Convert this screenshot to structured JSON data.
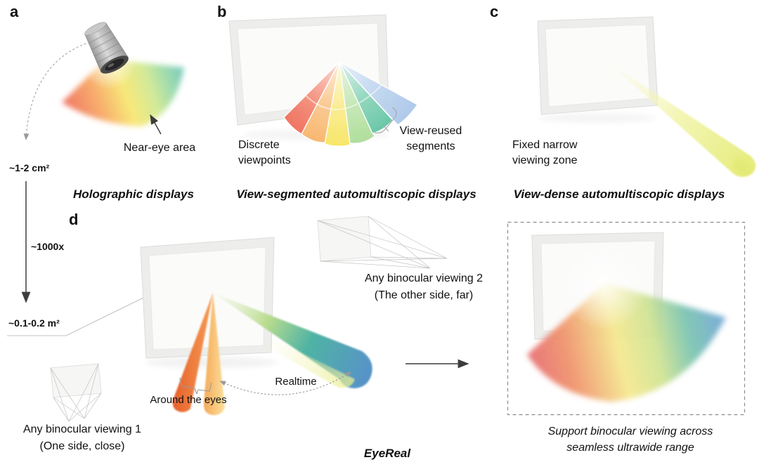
{
  "figure": {
    "panel_a": {
      "label": "a",
      "near_eye_label": "Near-eye area",
      "area_label": "~1-2 cm²",
      "caption": "Holographic displays"
    },
    "panel_b": {
      "label": "b",
      "discrete_line1": "Discrete",
      "discrete_line2": "viewpoints",
      "reused_line1": "View-reused",
      "reused_line2": "segments",
      "caption": "View-segmented automultiscopic displays"
    },
    "panel_c": {
      "label": "c",
      "zone_line1": "Fixed narrow",
      "zone_line2": "viewing zone",
      "caption": "View-dense automultiscopic displays"
    },
    "panel_d": {
      "label": "d",
      "scale_label": "~1000x",
      "area_label": "~0.1-0.2 m²",
      "viewing1_line1": "Any binocular viewing 1",
      "viewing1_line2": "(One side, close)",
      "viewing2_line1": "Any binocular viewing 2",
      "viewing2_line2": "(The other side, far)",
      "around_eyes_label": "Around the eyes",
      "realtime_label": "Realtime",
      "caption": "EyeReal",
      "result_line1": "Support binocular viewing across",
      "result_line2": "seamless ultrawide range"
    },
    "colors": {
      "fan_red": "#ee6450",
      "fan_orange": "#f8b062",
      "fan_yellow": "#f7e45c",
      "fan_green": "#a8db92",
      "fan_teal": "#55c09b",
      "fan_blue": "#a9c6e9",
      "beam_yellow": "#e9ee8e",
      "cone_orange": "#ed7a3c",
      "beam_teal": "#4fb3a4",
      "beam_blue": "#5793c8",
      "panel_face": "#f5f5f3",
      "arrow_gray": "#999999",
      "arrow_dark": "#3c3c3c"
    }
  }
}
